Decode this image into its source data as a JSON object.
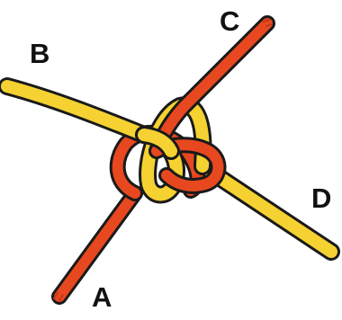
{
  "labels": {
    "a": "A",
    "b": "B",
    "c": "C",
    "d": "D"
  },
  "colors": {
    "cord_red": "#e8481f",
    "cord_yellow": "#f5d232",
    "outline": "#1a1a1a",
    "background": "#ffffff"
  }
}
